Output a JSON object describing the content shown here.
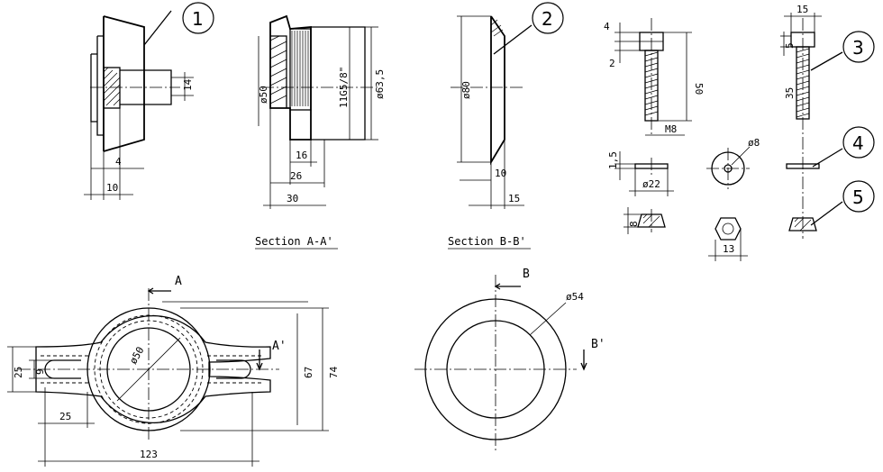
{
  "balloons": [
    {
      "id": "b1",
      "label": "1"
    },
    {
      "id": "b2",
      "label": "2"
    },
    {
      "id": "b3",
      "label": "3"
    },
    {
      "id": "b4",
      "label": "4"
    },
    {
      "id": "b5",
      "label": "5"
    }
  ],
  "section_titles": {
    "aa": "Section A-A'",
    "bb": "Section B-B'"
  },
  "cut_labels": {
    "a": "A",
    "a_prime": "A'",
    "b": "B",
    "b_prime": "B'"
  },
  "dimensions": {
    "part1_14": "14",
    "part1_4": "4",
    "part1_10": "10",
    "aa_dia50": "ø50",
    "aa_thread": "11G5/8\"",
    "aa_dia63": "ø63,5",
    "aa_16": "16",
    "aa_26": "26",
    "aa_30": "30",
    "bb_dia80": "ø80",
    "bb_10": "10",
    "bb_15": "15",
    "bolt_4": "4",
    "bolt_2": "2",
    "bolt_50": "50",
    "bolt_m8": "M8",
    "washer_15": "1,5",
    "washer_dia22": "ø22",
    "nut_8": "8",
    "washer_dia8": "ø8",
    "nut_13": "13",
    "assy_15": "15",
    "assy_5": "5",
    "assy_35": "35",
    "plan_25a": "25",
    "plan_9": "9",
    "plan_25b": "25",
    "plan_123": "123",
    "plan_dia50": "ø50",
    "plan_67": "67",
    "plan_74": "74",
    "ring_dia54": "ø54"
  }
}
